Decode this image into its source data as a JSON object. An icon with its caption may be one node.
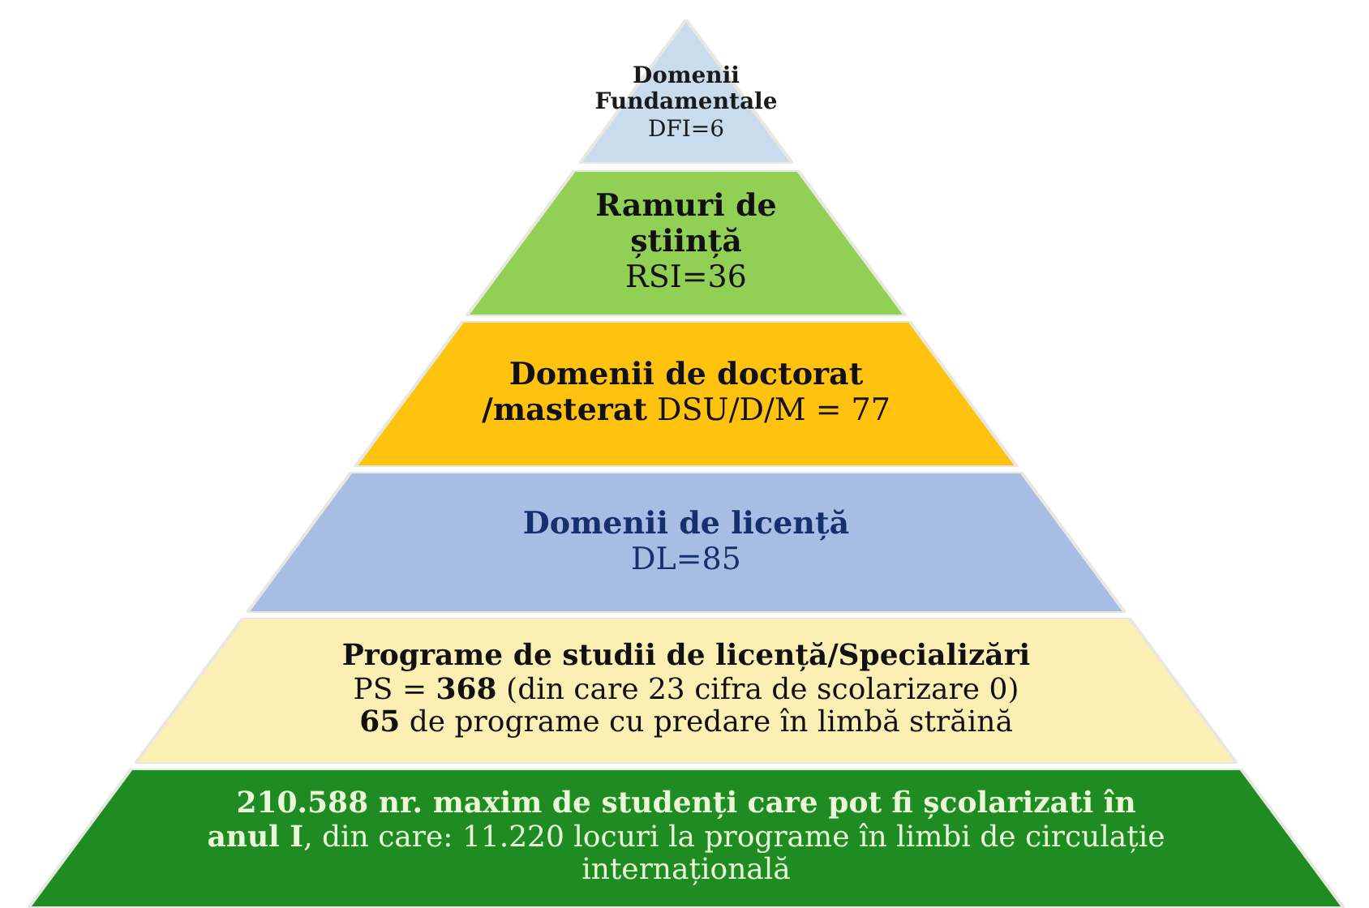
{
  "diagram": {
    "nodes": [
      {
        "text": [
          "Domenii Fundamentale",
          "DFI=6"
        ]
      },
      {
        "text": [
          "Ramuri de știință",
          "RSI=36"
        ]
      },
      {
        "text": [
          "**Domenii de doctorat /masterat** DSU/D/M = 77"
        ]
      },
      {
        "text": [
          "Domenii de licență",
          "DL=85"
        ]
      },
      {
        "text": [
          "Programe de studii de licență/Specializări",
          "PS = **368** (din care 23 cifra de scolarizare 0)",
          "**65** de programe cu predare în limbă străină"
        ]
      },
      {
        "text": [
          "**210.588 nr. maxim de studenți care pot fi școlarizati în anul I**, din care: 11.220 locuri la programe în limbi de circulație internațională"
        ]
      }
    ]
  }
}
